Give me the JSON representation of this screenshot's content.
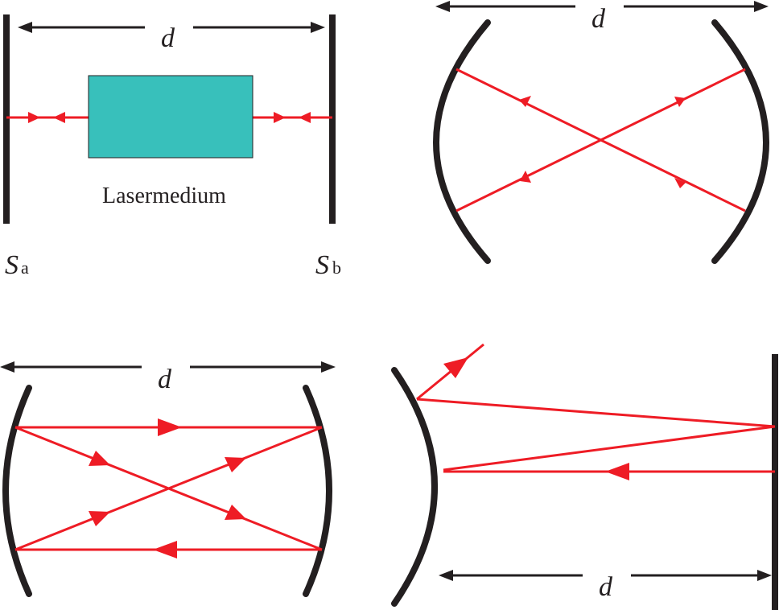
{
  "panel_a": {
    "distance_label": "d",
    "medium_label": "Lasermedium",
    "mirror_left": {
      "symbol": "S",
      "subscript": "a"
    },
    "mirror_right": {
      "symbol": "S",
      "subscript": "b"
    }
  },
  "panel_b": {
    "distance_label": "d"
  },
  "panel_c": {
    "distance_label": "d"
  },
  "panel_d": {
    "distance_label": "d"
  },
  "colors": {
    "mirror": "#231f20",
    "ray": "#ee1c25",
    "medium_fill": "#38c0bb"
  }
}
